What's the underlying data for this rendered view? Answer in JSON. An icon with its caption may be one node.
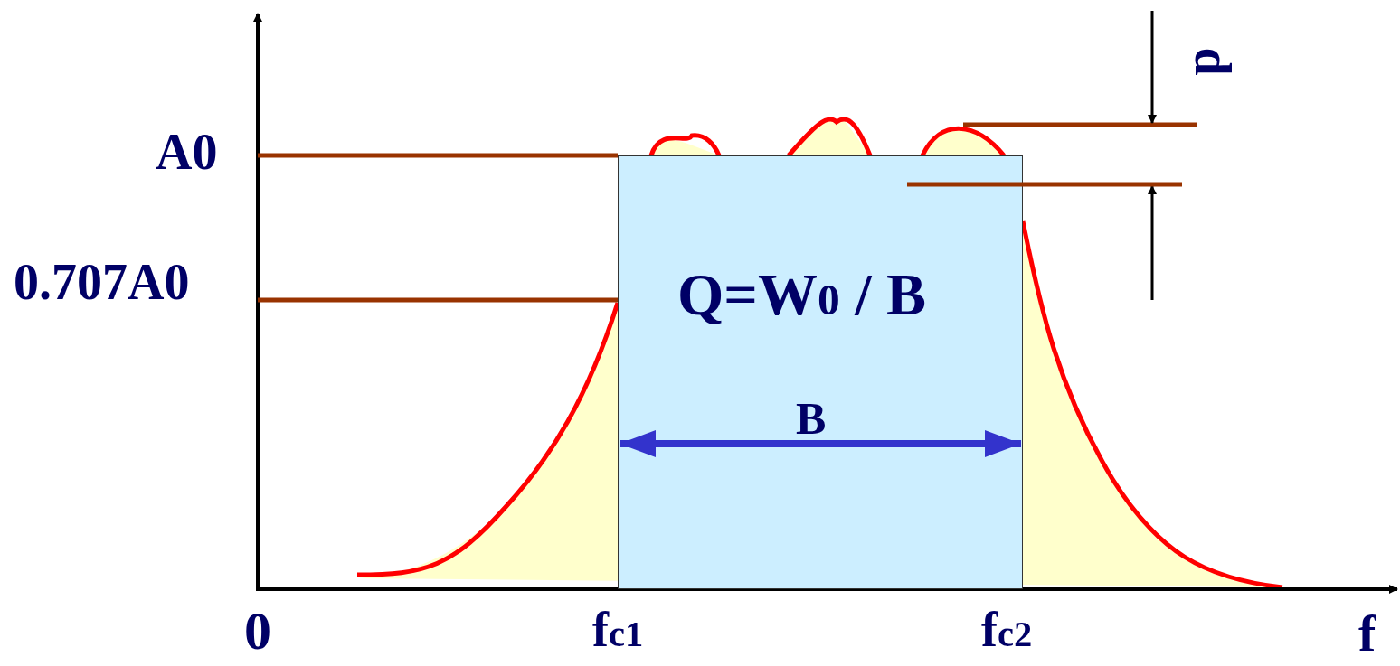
{
  "diagram": {
    "nodes": [
      {
        "text": [
          "Q=W$_{0}$ / B"
        ]
      }
    ],
    "labels": [
      "d",
      "A0",
      "0.707A0",
      "B",
      "0",
      "f$_{c1}$",
      "f$_{c2}$",
      "f"
    ]
  }
}
